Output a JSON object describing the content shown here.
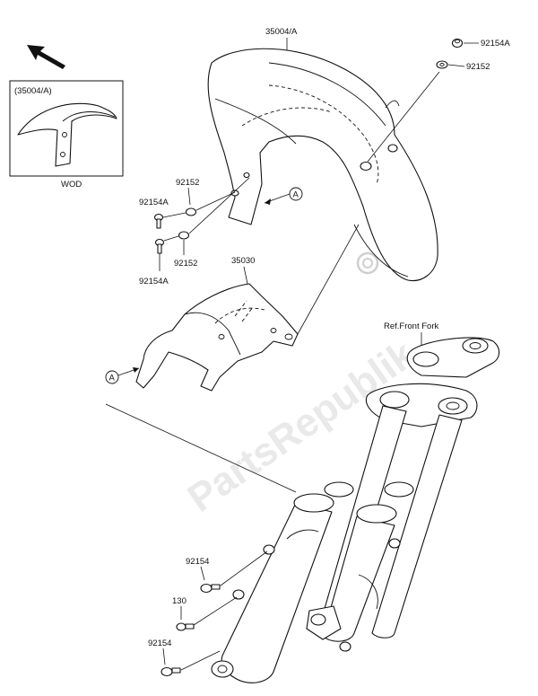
{
  "labels": {
    "main_fender": "35004/A",
    "inset_fender": "(35004/A)",
    "inset_note": "WOD",
    "cover": "35030",
    "ref_fork": "Ref.Front Fork",
    "nut_a_top": "92154A",
    "washer_top": "92152",
    "washer_left_top": "92152",
    "bolt_left_top": "92154A",
    "washer_left_bottom": "92152",
    "bolt_left_bottom": "92154A",
    "bolt_fork_top": "92154",
    "bolt_fork_mid": "130",
    "bolt_fork_bottom": "92154",
    "ref_a_fender": "A",
    "ref_a_cover": "A"
  },
  "watermark": "PartsRepublik",
  "colors": {
    "line": "#111111",
    "watermark": "#cfcfcf"
  }
}
